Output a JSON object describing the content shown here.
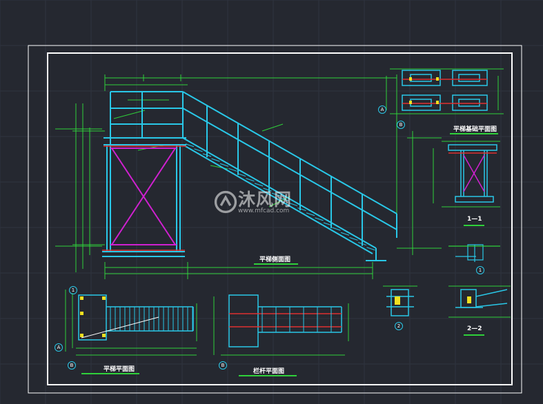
{
  "drawing": {
    "titles": {
      "side_elevation": "平梯侧面图",
      "foundation_plan": "平梯基础平面图",
      "stair_plan": "平梯平面图",
      "railing_plan": "栏杆平面图",
      "section_1": "1—1",
      "section_2": "2—2"
    },
    "watermark": {
      "brand": "沐风网",
      "url": "www.mfcad.com"
    },
    "axis_marks": {
      "a": "A",
      "b": "B",
      "one": "1",
      "two": "2"
    },
    "colors": {
      "background": "#252830",
      "frame": "#ffffff",
      "steel": "#29c8e8",
      "dimension": "#2fd13a",
      "bracing": "#d020d0",
      "hidden": "#e03030",
      "grid": "#2e3240"
    }
  }
}
